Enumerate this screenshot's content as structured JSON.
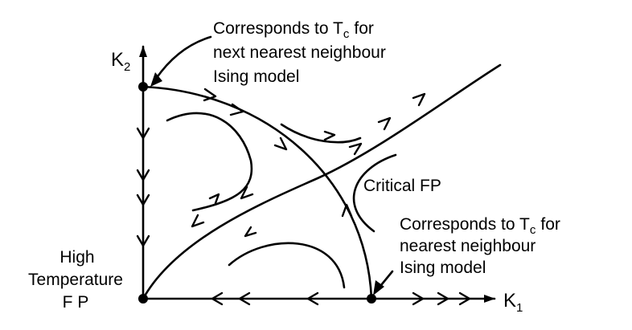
{
  "axes": {
    "x_label": "K",
    "x_label_sub": "1",
    "y_label": "K",
    "y_label_sub": "2"
  },
  "labels": {
    "top_note": [
      "Corresponds to T",
      "for",
      "next nearest neighbour",
      "Ising model"
    ],
    "top_note_sub": "c",
    "right_note": [
      "Corresponds to T",
      "for",
      "nearest neighbour",
      "Ising model"
    ],
    "right_note_sub": "c",
    "critical_fp": "Critical FP",
    "high_temp_fp": [
      "High",
      "Temperature",
      "F P"
    ]
  }
}
